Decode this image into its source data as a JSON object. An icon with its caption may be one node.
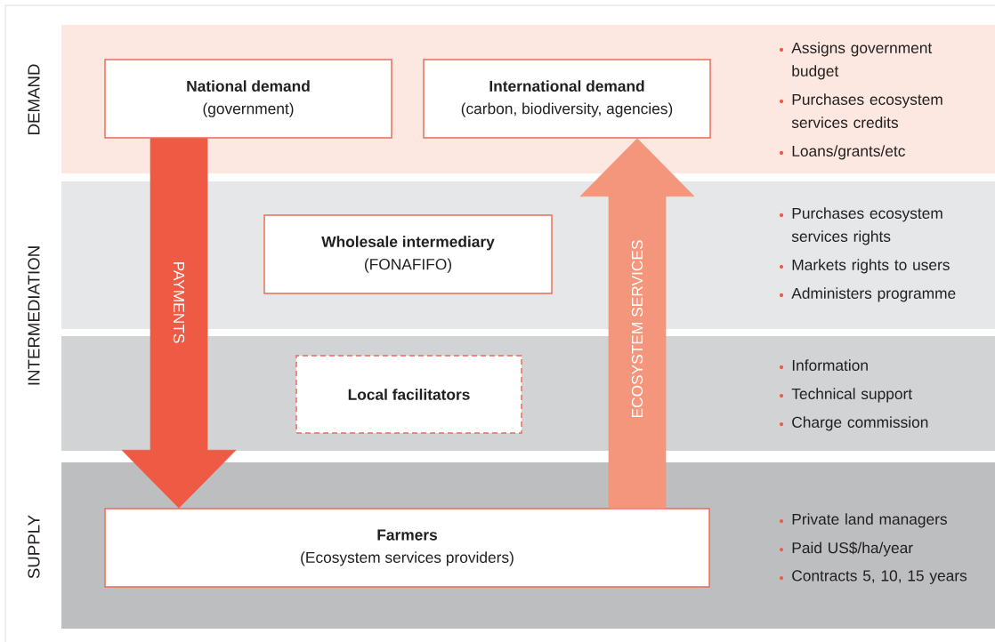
{
  "diagram": {
    "nodes": [
      {
        "text": [
          "Assigns government budget",
          "Purchases ecosystem services credits",
          "Loans/grants/etc"
        ]
      },
      {
        "text": [
          "National demand",
          "(government)"
        ],
        "in": 0
      },
      {
        "text": [
          "International demand",
          "(carbon, biodiversity, agencies)"
        ],
        "in": 0
      },
      {
        "text": [
          "Purchases ecosystem services rights",
          "Markets rights to users",
          "Administers programme"
        ]
      },
      {
        "text": [
          "Wholesale intermediary",
          "(FONAFIFO)"
        ],
        "in": 3
      },
      {
        "text": [
          "Information",
          "Technical support",
          "Charge commission"
        ]
      },
      {
        "text": [
          "Local facilitators"
        ],
        "in": 5
      },
      {
        "text": [
          "Private land managers",
          "Paid US$/ha/year",
          "Contracts 5, 10, 15 years"
        ]
      },
      {
        "text": [
          "Farmers",
          "(Ecosystem services providers)"
        ],
        "in": 7
      }
    ],
    "edges": [
      {
        "from": 1,
        "to": 8,
        "arrow": "to",
        "label": "PAYMENTS",
        "style": "thick",
        "color": "#ef5a45"
      },
      {
        "from": 8,
        "to": 2,
        "arrow": "to",
        "label": "ECOSYSTEM SERVICES",
        "style": "thick",
        "color": "#f4967b"
      }
    ],
    "labels": [
      "DEMAND",
      "INTERMEDIATION",
      "SUPPLY"
    ]
  }
}
